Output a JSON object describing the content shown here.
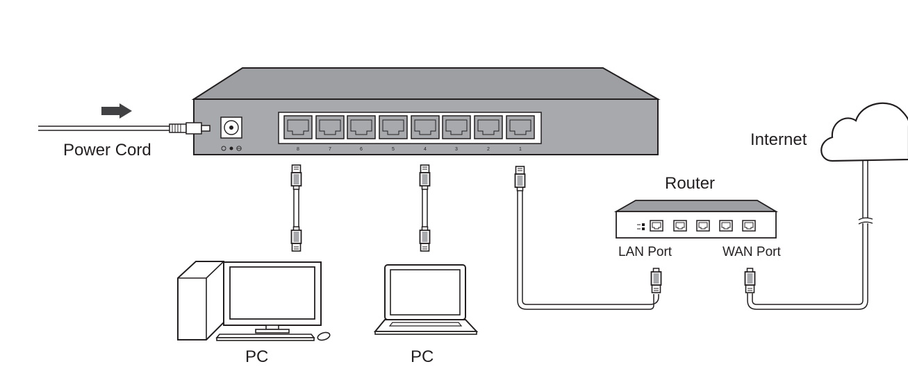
{
  "labels": {
    "power_cord": "Power Cord",
    "router": "Router",
    "internet": "Internet",
    "lan_port": "LAN Port",
    "wan_port": "WAN Port",
    "pc_desktop": "PC",
    "pc_laptop": "PC"
  },
  "switch": {
    "port_numbers": [
      "8",
      "7",
      "6",
      "5",
      "4",
      "3",
      "2",
      "1"
    ]
  },
  "colors": {
    "device_gray": "#a7a9ac",
    "device_top": "#9d9fa2",
    "outline": "#231f20"
  },
  "icons": {
    "power_direction": "arrow-right-icon",
    "cloud": "cloud-icon",
    "ethernet_connector": "rj45-plug-icon"
  }
}
